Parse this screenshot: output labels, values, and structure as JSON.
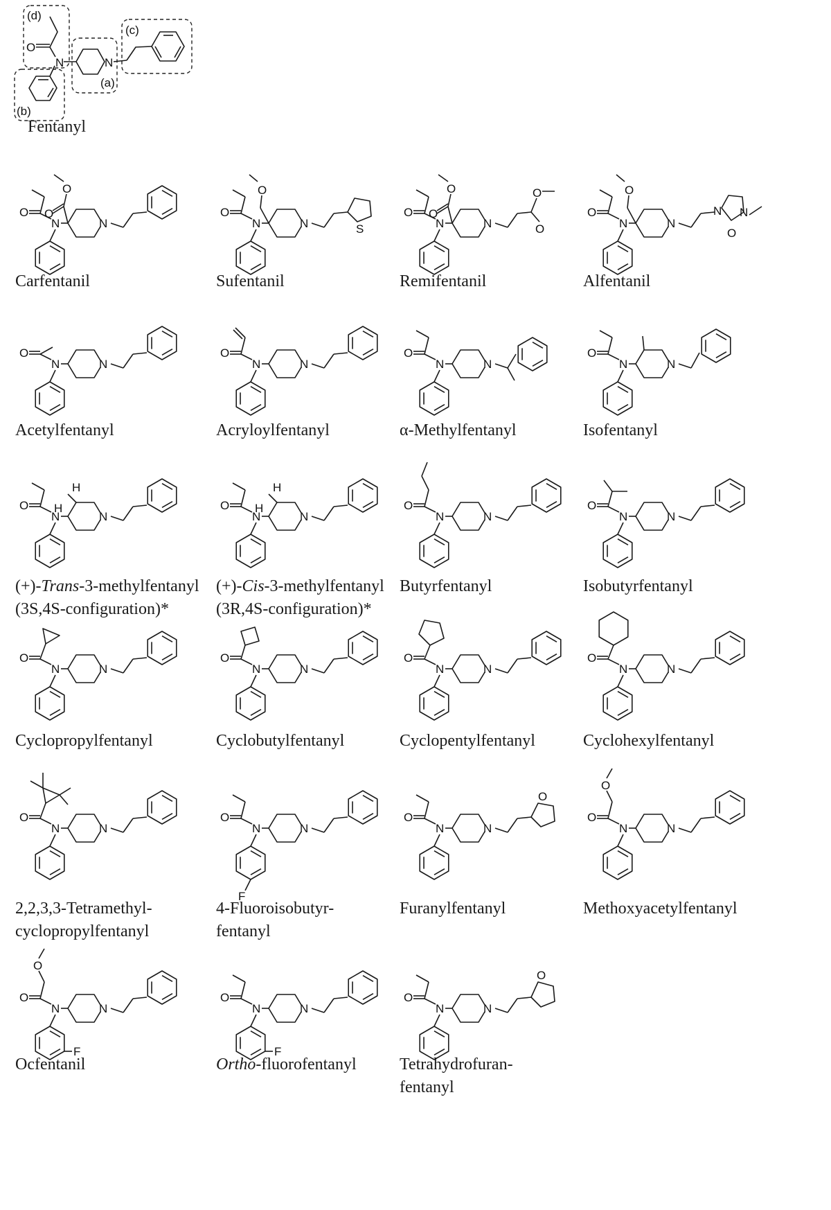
{
  "figure": {
    "title": "Chemical structures of fentanyl and fentanyl analogues",
    "reference": {
      "name": "Fentanyl",
      "regions": [
        {
          "id": "a",
          "label": "(a)",
          "part": "piperidine ring"
        },
        {
          "id": "b",
          "label": "(b)",
          "part": "anilino phenyl ring"
        },
        {
          "id": "c",
          "label": "(c)",
          "part": "phenethyl group"
        },
        {
          "id": "d",
          "label": "(d)",
          "part": "propionyl amide"
        }
      ]
    },
    "compounds": [
      {
        "row": 1,
        "col": 1,
        "name": "Carfentanil",
        "label_lines": [
          "Carfentanil"
        ]
      },
      {
        "row": 1,
        "col": 2,
        "name": "Sufentanil",
        "label_lines": [
          "Sufentanil"
        ]
      },
      {
        "row": 1,
        "col": 3,
        "name": "Remifentanil",
        "label_lines": [
          "Remifentanil"
        ]
      },
      {
        "row": 1,
        "col": 4,
        "name": "Alfentanil",
        "label_lines": [
          "Alfentanil"
        ]
      },
      {
        "row": 2,
        "col": 1,
        "name": "Acetylfentanyl",
        "label_lines": [
          "Acetylfentanyl"
        ]
      },
      {
        "row": 2,
        "col": 2,
        "name": "Acryloylfentanyl",
        "label_lines": [
          "Acryloylfentanyl"
        ]
      },
      {
        "row": 2,
        "col": 3,
        "name": "α-Methylfentanyl",
        "label_lines": [
          "α-Methylfentanyl"
        ]
      },
      {
        "row": 2,
        "col": 4,
        "name": "Isofentanyl",
        "label_lines": [
          "Isofentanyl"
        ]
      },
      {
        "row": 3,
        "col": 1,
        "name": "(+)-Trans-3-methylfentanyl",
        "label_lines": [
          "(+)-",
          "Trans",
          "-3-methylfentanyl",
          "(3S,4S-configuration)*"
        ]
      },
      {
        "row": 3,
        "col": 2,
        "name": "(+)-Cis-3-methylfentanyl",
        "label_lines": [
          "(+)-",
          "Cis",
          "-3-methylfentanyl",
          "(3R,4S-configuration)*"
        ]
      },
      {
        "row": 3,
        "col": 3,
        "name": "Butyrfentanyl",
        "label_lines": [
          "Butyrfentanyl"
        ]
      },
      {
        "row": 3,
        "col": 4,
        "name": "Isobutyrfentanyl",
        "label_lines": [
          "Isobutyrfentanyl"
        ]
      },
      {
        "row": 4,
        "col": 1,
        "name": "Cyclopropylfentanyl",
        "label_lines": [
          "Cyclopropylfentanyl"
        ]
      },
      {
        "row": 4,
        "col": 2,
        "name": "Cyclobutylfentanyl",
        "label_lines": [
          "Cyclobutylfentanyl"
        ]
      },
      {
        "row": 4,
        "col": 3,
        "name": "Cyclopentylfentanyl",
        "label_lines": [
          "Cyclopentylfentanyl"
        ]
      },
      {
        "row": 4,
        "col": 4,
        "name": "Cyclohexylfentanyl",
        "label_lines": [
          "Cyclohexylfentanyl"
        ]
      },
      {
        "row": 5,
        "col": 1,
        "name": "2,2,3,3-Tetramethylcyclopropylfentanyl",
        "label_lines": [
          "2,2,3,3-Tetramethyl-",
          "cyclopropylfentanyl"
        ]
      },
      {
        "row": 5,
        "col": 2,
        "name": "4-Fluoroisobutyrfentanyl",
        "label_lines": [
          "4-Fluoroisobutyr-",
          "fentanyl"
        ]
      },
      {
        "row": 5,
        "col": 3,
        "name": "Furanylfentanyl",
        "label_lines": [
          "Furanylfentanyl"
        ]
      },
      {
        "row": 5,
        "col": 4,
        "name": "Methoxyacetylfentanyl",
        "label_lines": [
          "Methoxyacetylfentanyl"
        ]
      },
      {
        "row": 6,
        "col": 1,
        "name": "Ocfentanil",
        "label_lines": [
          "Ocfentanil"
        ]
      },
      {
        "row": 6,
        "col": 2,
        "name": "Ortho-fluorofentanyl",
        "label_lines": [
          "Ortho",
          "-fluorofentanyl"
        ]
      },
      {
        "row": 6,
        "col": 3,
        "name": "Tetrahydrofuranfentanyl",
        "label_lines": [
          "Tetrahydrofuran-",
          "fentanyl"
        ]
      }
    ],
    "atom_labels": {
      "N": "N",
      "O": "O",
      "S": "S",
      "F": "F",
      "H": "H"
    }
  }
}
